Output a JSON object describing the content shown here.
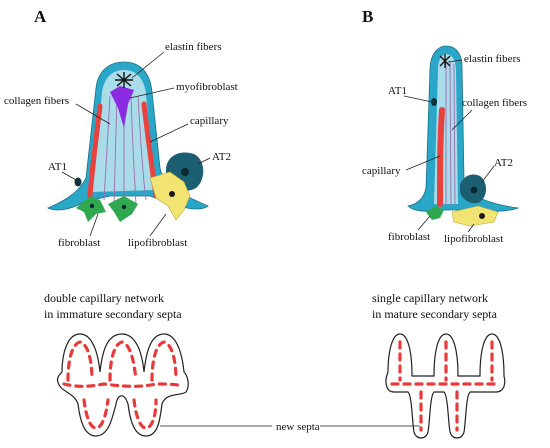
{
  "panels": {
    "a": {
      "letter": "A",
      "labels": {
        "elastin": "elastin fibers",
        "myofibroblast": "myofibroblast",
        "collagen": "collagen fibers",
        "capillary": "capillary",
        "at1": "AT1",
        "at2": "AT2",
        "fibroblast": "fibroblast",
        "lipofibroblast": "lipofibroblast"
      },
      "network_caption_line1": "double capillary network",
      "network_caption_line2": "in immature secondary septa"
    },
    "b": {
      "letter": "B",
      "labels": {
        "elastin": "elastin fibers",
        "at1": "AT1",
        "collagen": "collagen fibers",
        "capillary": "capillary",
        "at2": "AT2",
        "fibroblast": "fibroblast",
        "lipofibroblast": "lipofibroblast"
      },
      "network_caption_line1": "single capillary network",
      "network_caption_line2": "in mature secondary septa"
    }
  },
  "new_septa_label": "new septa",
  "colors": {
    "epithelium": "#2aa7c8",
    "interstitium": "#a9dbe8",
    "at2": "#1c5f73",
    "capillary": "#e8423f",
    "myofibroblast": "#8a2be2",
    "fibroblast": "#2fa84f",
    "lipofibroblast": "#f2e472",
    "elastin": "#111111"
  }
}
